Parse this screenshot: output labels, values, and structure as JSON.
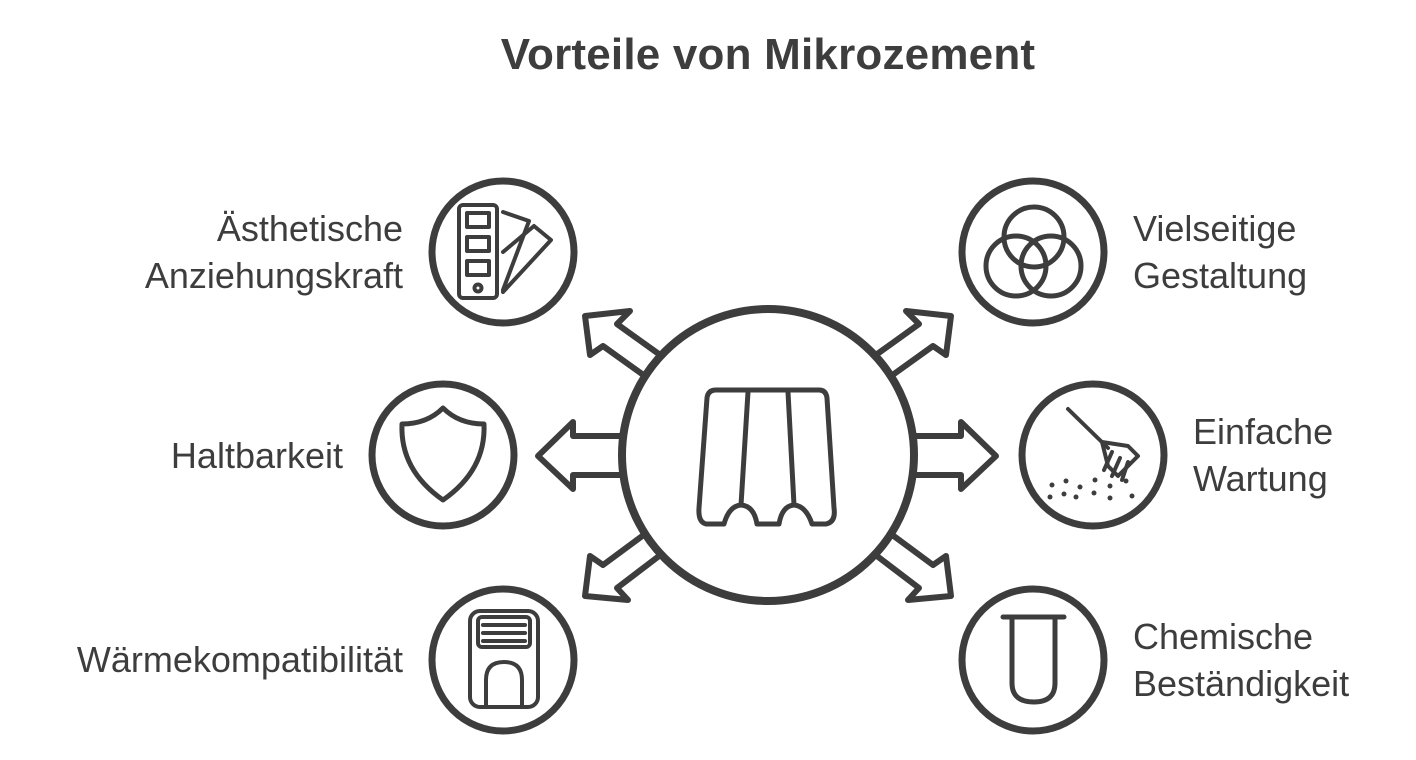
{
  "title": "Vorteile von Mikrozement",
  "center": {
    "icon": "microcement-trowel-icon"
  },
  "benefits": [
    {
      "lines": [
        "Ästhetische",
        "Anziehungskraft"
      ],
      "icon": "color-swatch-icon"
    },
    {
      "lines": [
        "Haltbarkeit"
      ],
      "icon": "shield-icon"
    },
    {
      "lines": [
        "Wärmekompatibilität"
      ],
      "icon": "heater-icon"
    },
    {
      "lines": [
        "Vielseitige",
        "Gestaltung"
      ],
      "icon": "overlapping-circles-icon"
    },
    {
      "lines": [
        "Einfache",
        "Wartung"
      ],
      "icon": "broom-icon"
    },
    {
      "lines": [
        "Chemische",
        "Beständigkeit"
      ],
      "icon": "test-tube-icon"
    }
  ],
  "colors": {
    "stroke": "#3d3d3d",
    "background": "#ffffff"
  }
}
